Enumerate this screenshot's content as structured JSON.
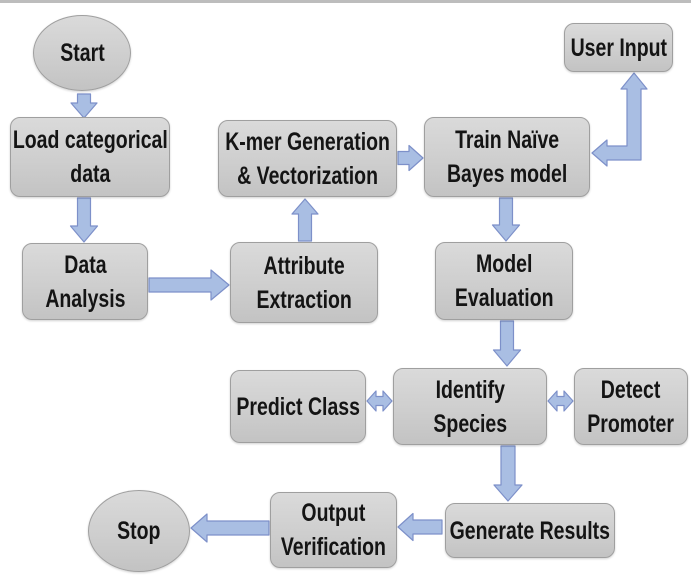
{
  "colors": {
    "arrow_fill": "#a9bee3",
    "arrow_stroke": "#7d90c9",
    "node_fill": "#cecece",
    "node_border": "#9f9f9f",
    "text_color": "#141414",
    "rule_color": "#bdbdbd"
  },
  "nodes": {
    "start": {
      "label": "Start"
    },
    "load_categorical": {
      "line1": "Load categorical",
      "line2": "data"
    },
    "data_analysis": {
      "line1": "Data",
      "line2": "Analysis"
    },
    "attribute_extraction": {
      "line1": "Attribute",
      "line2": "Extraction"
    },
    "kmer_generation": {
      "line1": "K-mer Generation",
      "line2": "& Vectorization"
    },
    "train_naive_bayes": {
      "line1": "Train Naïve",
      "line2": "Bayes model"
    },
    "user_input": {
      "label": "User Input"
    },
    "model_evaluation": {
      "line1": "Model",
      "line2": "Evaluation"
    },
    "predict_class": {
      "label": "Predict Class"
    },
    "identify_species": {
      "line1": "Identify",
      "line2": "Species"
    },
    "detect_promoter": {
      "line1": "Detect",
      "line2": "Promoter"
    },
    "generate_results": {
      "label": "Generate Results"
    },
    "output_verification": {
      "line1": "Output",
      "line2": "Verification"
    },
    "stop": {
      "label": "Stop"
    }
  }
}
